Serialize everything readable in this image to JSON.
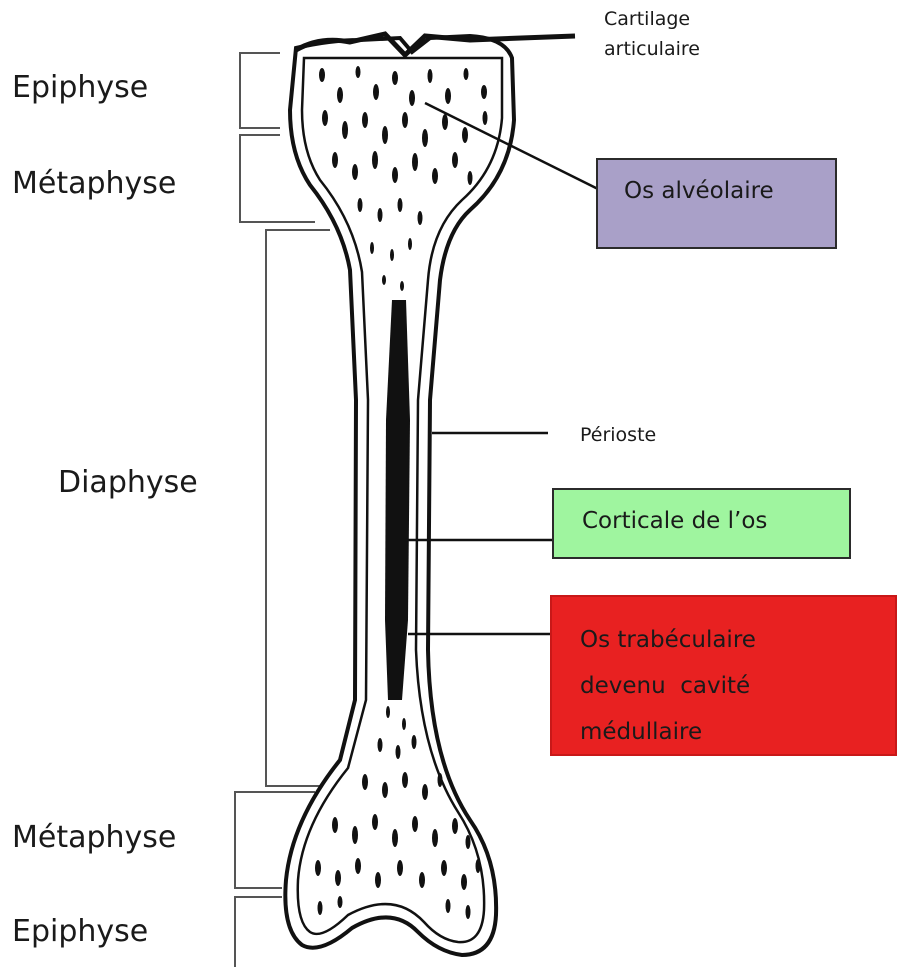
{
  "regions": {
    "epiphyse_top": "Epiphyse",
    "metaphyse_top": "Métaphyse",
    "diaphyse": "Diaphyse",
    "metaphyse_bottom": "Métaphyse",
    "epiphyse_bottom": "Epiphyse"
  },
  "annotations": {
    "cartilage_line1": "Cartilage",
    "cartilage_line2": "articulaire",
    "perioste": "Périoste"
  },
  "boxes": {
    "os_alveolaire": {
      "text": "Os alvéolaire",
      "color": "#a9a0c8"
    },
    "corticale": {
      "text": "Corticale de l’os",
      "color": "#9ff59f"
    },
    "trabeculaire": {
      "lines": [
        "Os trabéculaire",
        "devenu  cavité",
        "médullaire"
      ],
      "color": "#e82121"
    }
  }
}
